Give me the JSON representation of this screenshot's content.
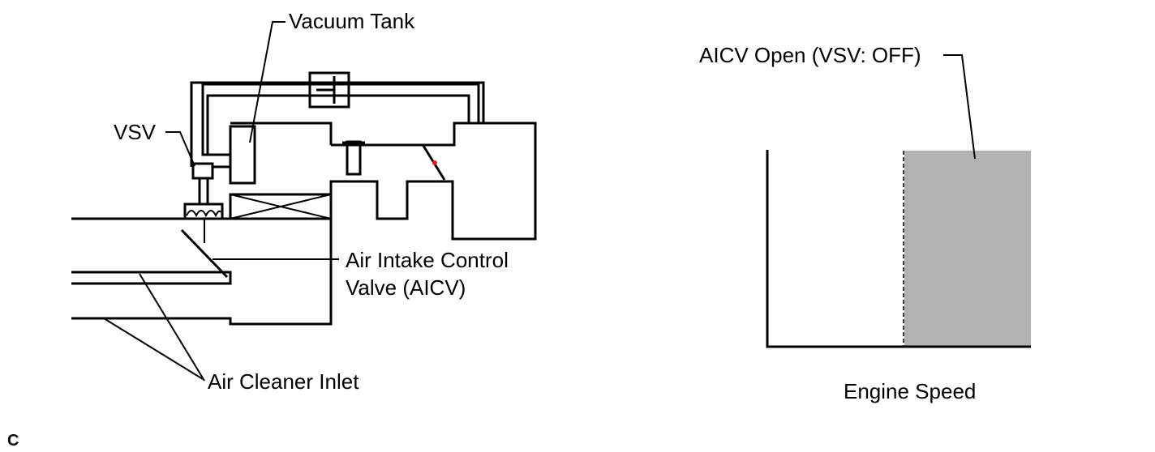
{
  "labels": {
    "vacuum_tank": "Vacuum Tank",
    "vsv": "VSV",
    "aicv_line1": "Air Intake Control",
    "aicv_line2": "Valve (AICV)",
    "air_cleaner_inlet": "Air Cleaner Inlet"
  },
  "graph": {
    "region_label": "AICV Open (VSV: OFF)",
    "x_axis_label": "Engine Speed",
    "fill_color": "#b3b3b3"
  },
  "marker_color": "#e02020",
  "corner_code": "C"
}
